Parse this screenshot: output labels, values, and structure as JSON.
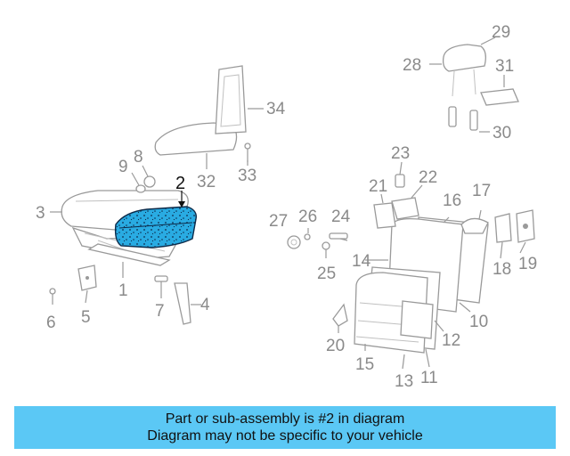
{
  "callouts": {
    "c1": "1",
    "c2": "2",
    "c3": "3",
    "c4": "4",
    "c5": "5",
    "c6": "6",
    "c7": "7",
    "c8": "8",
    "c9": "9",
    "c10": "10",
    "c11": "11",
    "c12": "12",
    "c13": "13",
    "c14": "14",
    "c15": "15",
    "c16": "16",
    "c17": "17",
    "c18": "18",
    "c19": "19",
    "c20": "20",
    "c21": "21",
    "c22": "22",
    "c23": "23",
    "c24": "24",
    "c25": "25",
    "c26": "26",
    "c27": "27",
    "c28": "28",
    "c29": "29",
    "c30": "30",
    "c31": "31",
    "c32": "32",
    "c33": "33",
    "c34": "34"
  },
  "highlighted_part": "2",
  "colors": {
    "highlight": "#29abe2",
    "banner": "#5bc8f5",
    "line_art": "#9a9a9a"
  },
  "banner": {
    "line1": "Part or sub-assembly is #2 in diagram",
    "line2": "Diagram may not be specific to your vehicle"
  }
}
